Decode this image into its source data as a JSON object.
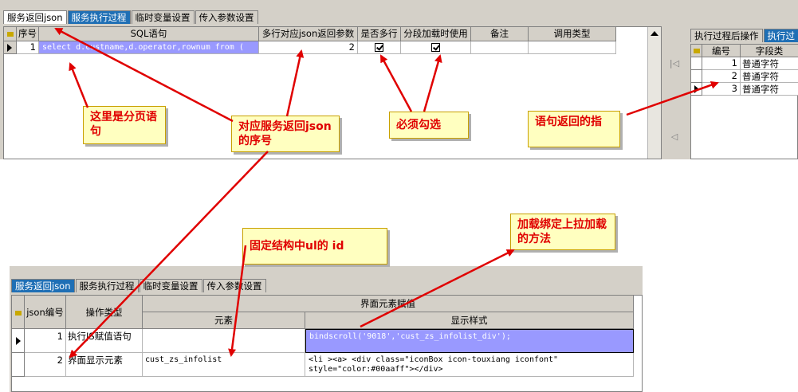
{
  "top_grid": {
    "tabs": [
      "服务返回json",
      "服务执行过程",
      "临时变量设置",
      "传入参数设置"
    ],
    "headers": [
      "序号",
      "SQL语句",
      "多行对应json返回参数",
      "是否多行",
      "分段加载时使用",
      "备注",
      "调用类型"
    ],
    "row": {
      "index": "1",
      "sql": "select d.custname,d.operator,rownum from (",
      "json_param": "2"
    }
  },
  "side_grid": {
    "tabs": [
      "执行过程后操作",
      "执行过"
    ],
    "headers": [
      "编号",
      "字段类"
    ],
    "rows": [
      {
        "num": "1",
        "type": "普通字符"
      },
      {
        "num": "2",
        "type": "普通字符"
      },
      {
        "num": "3",
        "type": "普通字符"
      }
    ]
  },
  "bottom_grid": {
    "tabs": [
      "服务返回json",
      "服务执行过程",
      "临时变量设置",
      "传入参数设置"
    ],
    "headers": {
      "json_num": "json编号",
      "op_type": "操作类型",
      "group": "界面元素赋值",
      "element": "元素",
      "style": "显示样式"
    },
    "rows": [
      {
        "num": "1",
        "op": "执行JS赋值语句",
        "element": "",
        "style": "bindscroll('9018','cust_zs_infolist_div');"
      },
      {
        "num": "2",
        "op": "界面显示元素",
        "element": "cust_zs_infolist",
        "style": "<li ><a> <div class=\"iconBox icon-touxiang iconfont\"",
        "style2": "style=\"color:#00aaff\"></div>"
      }
    ]
  },
  "notes": {
    "paging_sql": "这里是分页语句",
    "json_index": "对应服务返回json的序号",
    "must_check": "必须勾选",
    "return_value": "语句返回的指",
    "ul_id": "固定结构中ul的 id",
    "scroll_method": "加载绑定上拉加载的方法"
  },
  "colors": {
    "annotation_text": "#e00000",
    "arrow": "#e00000",
    "note_bg": "#ffffc0",
    "selection": "#9999ff",
    "tab_selected": "#1f6fb5"
  }
}
